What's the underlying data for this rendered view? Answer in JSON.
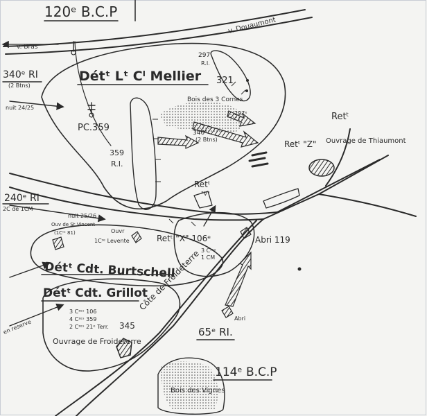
{
  "units": [
    {
      "id": "bcp120",
      "text": "120ᵉ B.C.P"
    },
    {
      "id": "ri340",
      "text": "340ᵉ RI"
    },
    {
      "id": "ri340_sub",
      "text": "(2 Btns)"
    },
    {
      "id": "ri340_nuit",
      "text": "nuit 24/25"
    },
    {
      "id": "ri240",
      "text": "240ᵉ RI"
    },
    {
      "id": "ri240_sub",
      "text": "2C de 1CM"
    },
    {
      "id": "ri240_nuit",
      "text": "nuit 25/26"
    },
    {
      "id": "ri359",
      "text": "359"
    },
    {
      "id": "ri359b",
      "text": "R.I."
    },
    {
      "id": "ri297",
      "text": "297"
    },
    {
      "id": "ri297b",
      "text": "R.I."
    },
    {
      "id": "ri321",
      "text": "321"
    },
    {
      "id": "ri340b",
      "text": "340ᵉ"
    },
    {
      "id": "ri340b_sub",
      "text": "(2 Btns)"
    },
    {
      "id": "ri297c",
      "text": "297ᵉ"
    },
    {
      "id": "ri65",
      "text": "65ᵉ RI."
    },
    {
      "id": "bcp114",
      "text": "114ᵉ B.C.P"
    },
    {
      "id": "det_mellier",
      "text": "Détᵗ Lᵗ Cˡ Mellier"
    },
    {
      "id": "det_burtschell",
      "text": "Détᵗ Cdt. Burtschell"
    },
    {
      "id": "det_grillot",
      "text": "Détᵗ Cdt. Grillot"
    },
    {
      "id": "grillot_l1",
      "text": "3 Cᶦᵉˢ 106"
    },
    {
      "id": "grillot_l2",
      "text": "4 Cᶦᵉˢ 359"
    },
    {
      "id": "grillot_l3",
      "text": "2 Cᶦᵉˢ 21ᵉ Terr."
    },
    {
      "id": "grillot_345",
      "text": "345"
    },
    {
      "id": "enreserve",
      "text": "en reserve"
    }
  ],
  "places": [
    {
      "id": "vbras",
      "text": "v. Bras"
    },
    {
      "id": "vdouaumont",
      "text": "v. Douaumont"
    },
    {
      "id": "pc359",
      "text": "PC.359"
    },
    {
      "id": "bois3cornes",
      "text": "Bois des 3 Cornes"
    },
    {
      "id": "retz",
      "text": "Retᵗ \"Z\""
    },
    {
      "id": "ret_thiaumont",
      "text": "Retᵗ"
    },
    {
      "id": "ouvrage_thiaumont",
      "text": "Ouvrage de Thiaumont"
    },
    {
      "id": "ret_v",
      "text": "Retᵗ"
    },
    {
      "id": "ret_v2",
      "text": "\"V\""
    },
    {
      "id": "ret_106",
      "text": "Retᵗ \"X\" 106ᵉ"
    },
    {
      "id": "ret_106_l1",
      "text": "3 Cᶦᵉˢ"
    },
    {
      "id": "ret_106_l2",
      "text": "1 CM"
    },
    {
      "id": "abri119",
      "text": "Abri 119"
    },
    {
      "id": "abri",
      "text": "Abri"
    },
    {
      "id": "ouv_stvincent",
      "text": "Ouv de St Vincent"
    },
    {
      "id": "ouv_stvincent2",
      "text": "(1Cᶦᵉ 81)"
    },
    {
      "id": "ouv_levente",
      "text": "Ouvr"
    },
    {
      "id": "ouv_levente2",
      "text": "1Cᶦᵉ Levente"
    },
    {
      "id": "cote_froideterre",
      "text": "Côte de Froideterre"
    },
    {
      "id": "ouvrage_froideterre",
      "text": "Ouvrage de Froideterre"
    },
    {
      "id": "bois_vignes",
      "text": "Bois des Vignes"
    }
  ]
}
